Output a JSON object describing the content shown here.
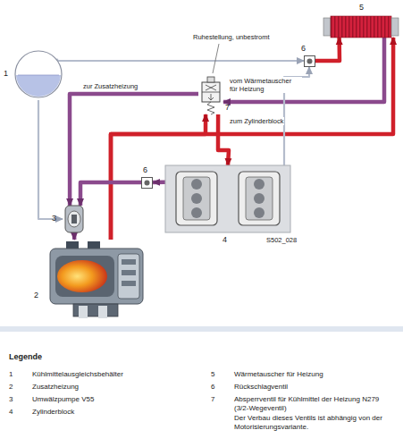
{
  "diagram": {
    "nodes": [
      {
        "text": [
          "1"
        ]
      },
      {
        "text": [
          "5"
        ]
      },
      {
        "text": [
          "6"
        ]
      },
      {
        "text": [
          "7"
        ]
      },
      {
        "text": [
          "6"
        ]
      },
      {
        "text": [
          "4"
        ]
      },
      {
        "text": [
          "3"
        ]
      },
      {
        "text": [
          "2"
        ]
      }
    ],
    "edges": [
      {
        "from": 0,
        "to": 6,
        "arrow": "to"
      },
      {
        "from": 6,
        "to": 7,
        "arrow": "to"
      },
      {
        "from": 7,
        "to": 3,
        "arrow": "to"
      },
      {
        "from": 7,
        "to": 1,
        "arrow": "to"
      },
      {
        "from": 3,
        "to": 5,
        "arrow": "to"
      },
      {
        "from": 3,
        "to": 6,
        "arrow": "to"
      },
      {
        "from": 0,
        "to": 2,
        "arrow": "to"
      },
      {
        "from": 2,
        "to": 1,
        "arrow": "to"
      },
      {
        "from": 1,
        "to": 3,
        "arrow": "to"
      },
      {
        "from": 5,
        "to": 4,
        "arrow": "to"
      },
      {
        "from": 4,
        "to": 6,
        "arrow": "to"
      },
      {
        "from": 5,
        "to": 2,
        "arrow": "to"
      }
    ],
    "labels": [
      "Ruhestellung, unbestromt",
      "zur Zusatzheizung",
      "vom Wärmetauscher für Heizung",
      "zum Zylinderblock",
      "S502_028",
      "Legende",
      "1",
      "Kühlmittelausgleichsbehälter",
      "2",
      "Zusatzheizung",
      "3",
      "Umwälzpumpe V55",
      "4",
      "Zylinderblock",
      "5",
      "Wärmetauscher für Heizung",
      "6",
      "Rückschlagventil",
      "7",
      "Absperrventil für Kühlmittel der Heizung N279 (3/2-Wegeventil)",
      "Der Verbau dieses Ventils ist abhängig von der Motorisierungsvariante."
    ]
  }
}
